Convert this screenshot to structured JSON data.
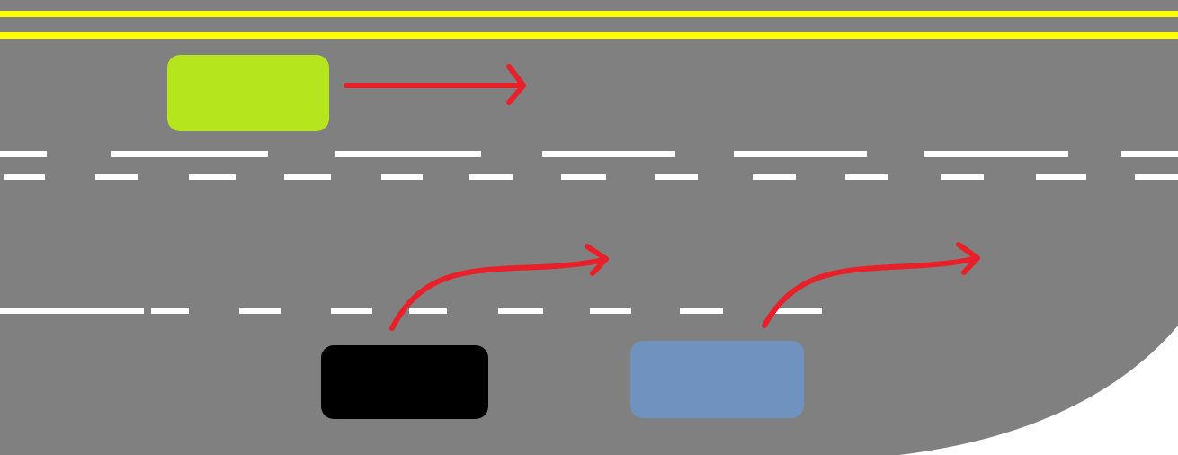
{
  "colors": {
    "road": "#808080",
    "offroad": "#ffffff",
    "center_line": "#ffff00",
    "lane_marking": "#ffffff",
    "arrow": "#e8202a"
  },
  "vehicles": [
    {
      "name": "green-car",
      "color": "#b5e61d",
      "lane": "left"
    },
    {
      "name": "black-car",
      "color": "#000000",
      "lane": "right",
      "maneuver": "lane-change-left"
    },
    {
      "name": "blue-car",
      "color": "#7092be",
      "lane": "right",
      "maneuver": "lane-change-left"
    }
  ],
  "arrows": [
    {
      "name": "green-car-arrow",
      "type": "straight"
    },
    {
      "name": "black-car-arrow",
      "type": "curved"
    },
    {
      "name": "blue-car-arrow",
      "type": "curved"
    }
  ]
}
